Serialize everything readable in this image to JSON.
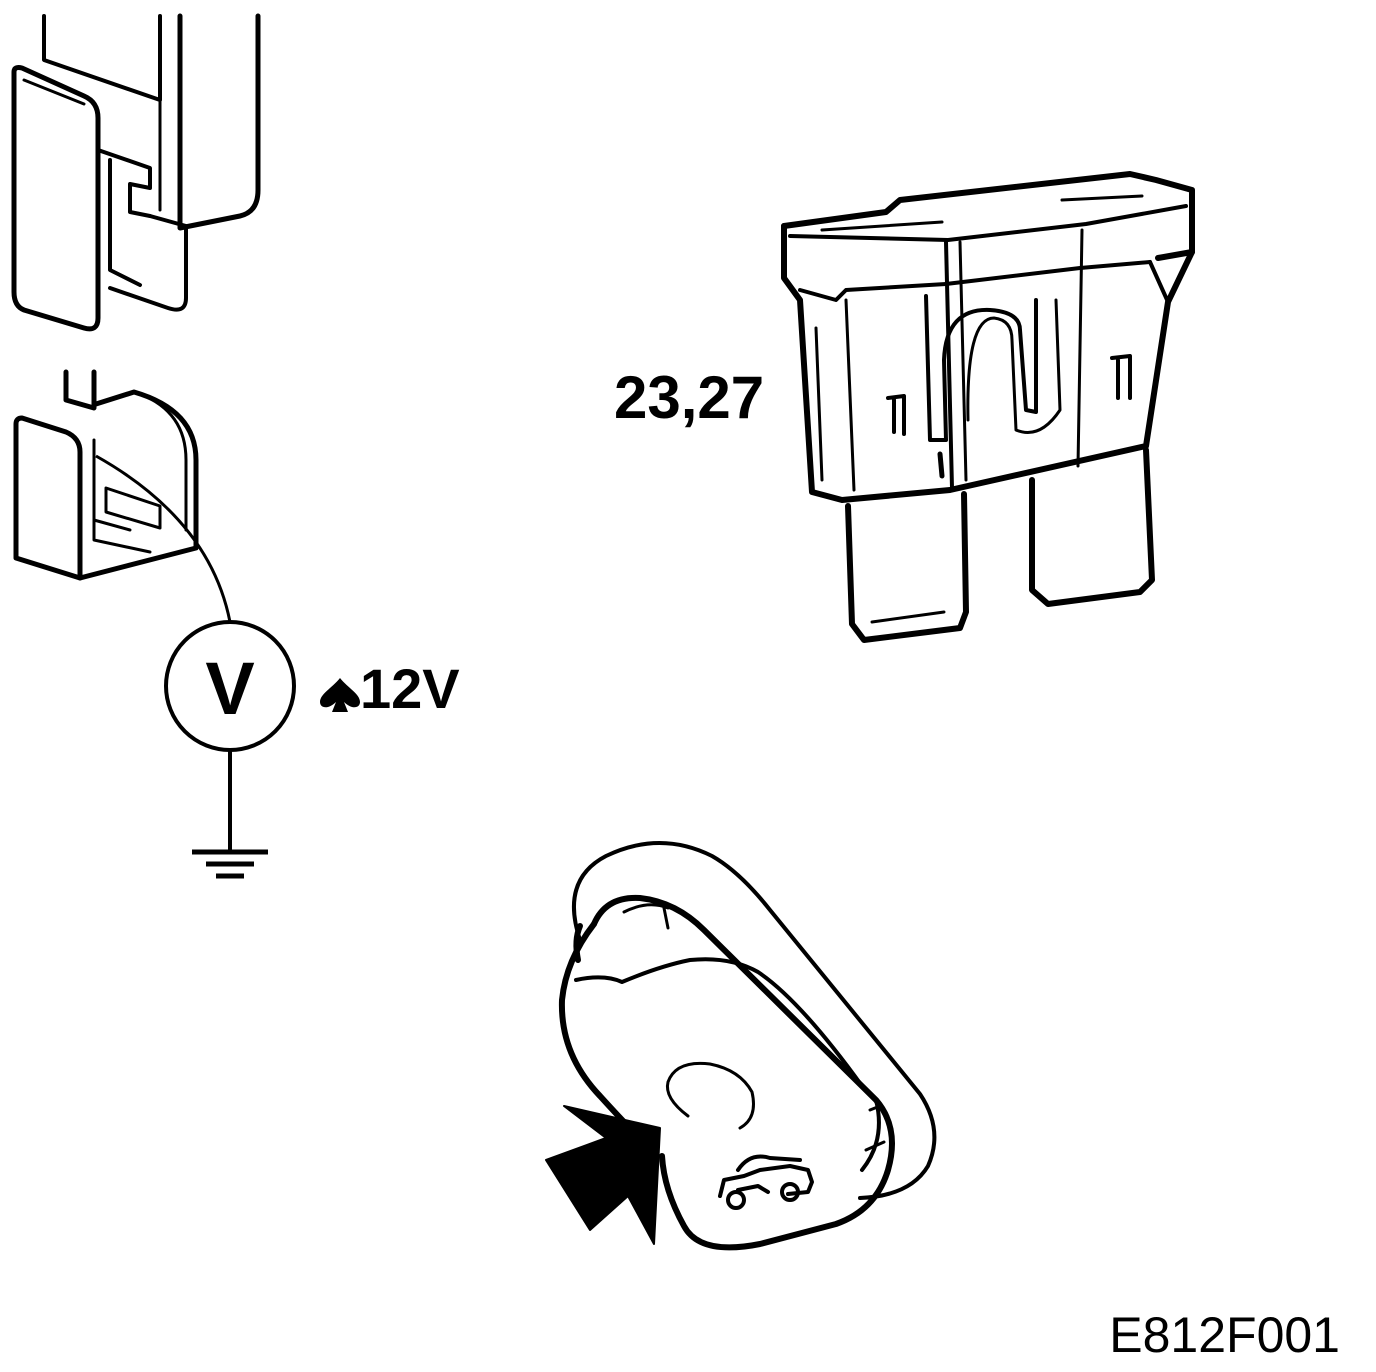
{
  "labels": {
    "fuse_numbers": "23,27",
    "voltage_reading": "12V",
    "voltmeter_symbol": "V",
    "figure_code": "E812F001"
  },
  "icons": {
    "connector": "connector-terminal-icon",
    "voltmeter": "voltmeter-icon",
    "ground": "ground-symbol-icon",
    "fuse": "blade-fuse-icon",
    "switch": "trunk-release-switch-icon",
    "pointer": "pointer-arrow-icon",
    "trunk_symbol": "car-trunk-open-icon",
    "spade": "spade-icon"
  },
  "colors": {
    "line": "#000000",
    "background": "#ffffff"
  }
}
